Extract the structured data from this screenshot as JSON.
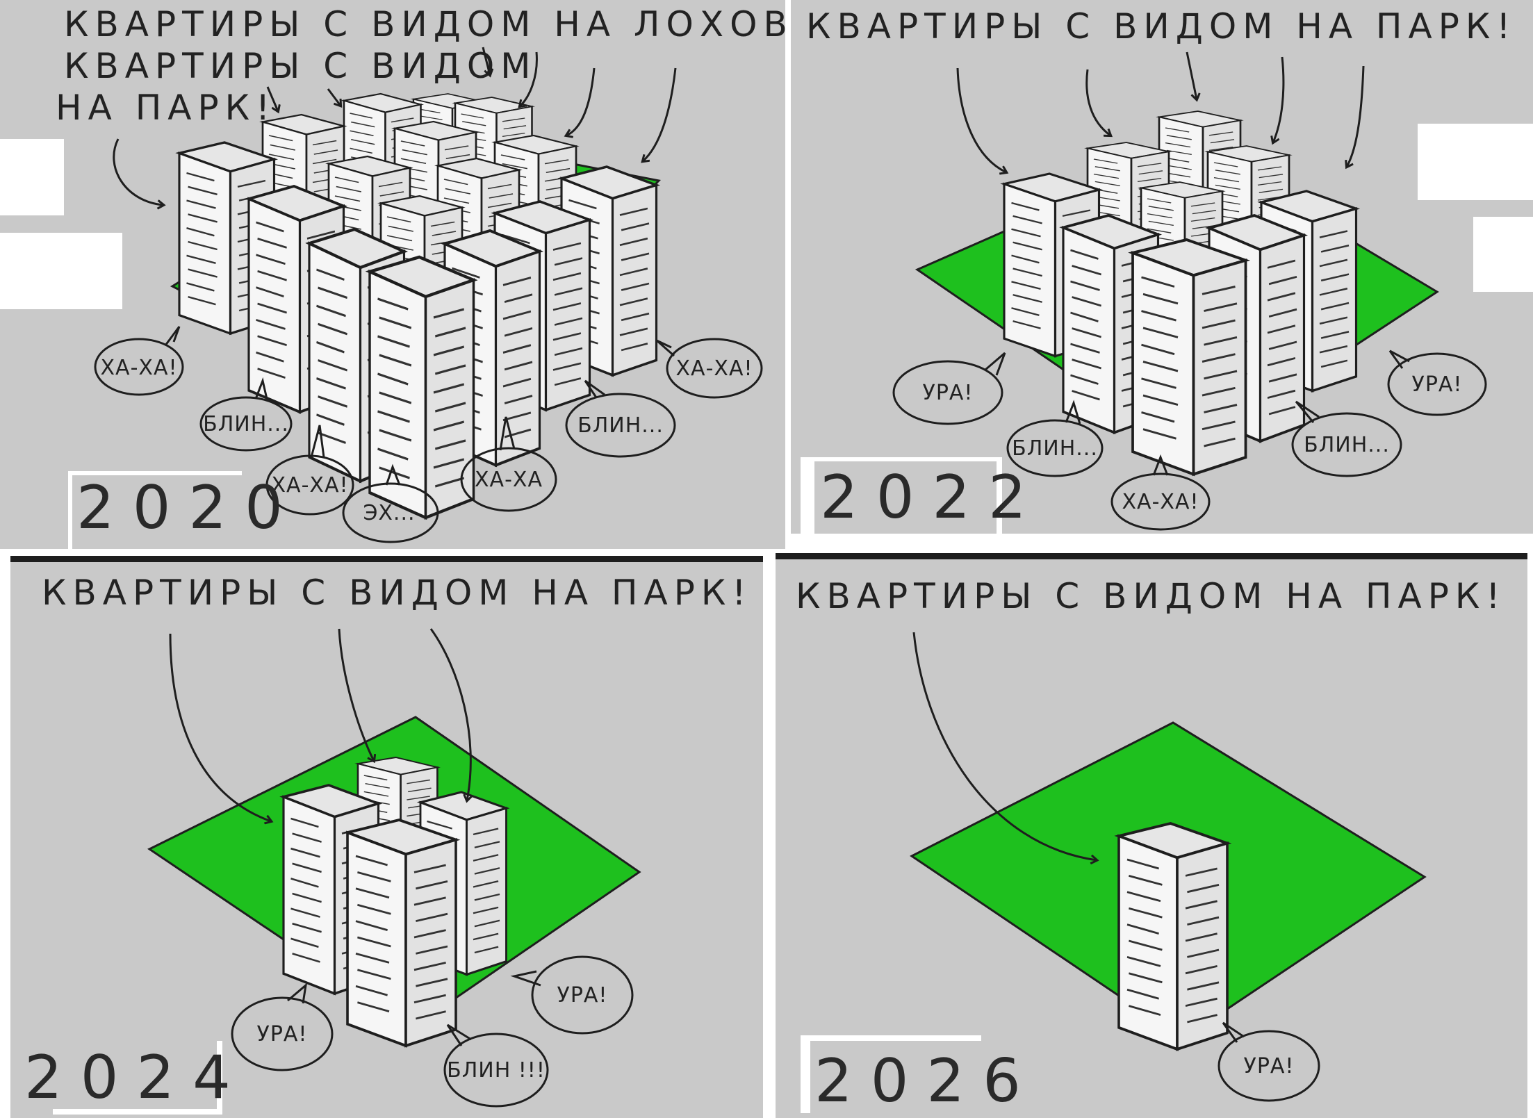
{
  "colors": {
    "background": "#c9c9c9",
    "park_green": "#1ec01e",
    "building_face": "#f6f6f6",
    "building_side": "#e4e4e4",
    "building_roof": "#e6e6e6",
    "ink": "#1e1e1e"
  },
  "panels": [
    {
      "year": "2020",
      "caption_lines": [
        "КВАРТИРЫ С ВИДОМ НА ЛОХОВ, КУПИВШИХ",
        "КВАРТИРЫ С ВИДОМ",
        "НА ПАРК!"
      ],
      "speech": [
        "ХА-ХА!",
        "БЛИН...",
        "ХА-ХА!",
        "ЭХ...",
        "ХА-ХА",
        "БЛИН...",
        "ХА-ХА!"
      ]
    },
    {
      "year": "2022",
      "caption_lines": [
        "КВАРТИРЫ С ВИДОМ НА ПАРК!"
      ],
      "speech": [
        "УРА!",
        "БЛИН...",
        "ХА-ХА!",
        "БЛИН...",
        "УРА!"
      ]
    },
    {
      "year": "2024",
      "caption_lines": [
        "КВАРТИРЫ С ВИДОМ НА ПАРК!"
      ],
      "speech": [
        "УРА!",
        "БЛИН !!!",
        "УРА!"
      ]
    },
    {
      "year": "2026",
      "caption_lines": [
        "КВАРТИРЫ С ВИДОМ НА ПАРК!"
      ],
      "speech": [
        "УРА!"
      ]
    }
  ]
}
